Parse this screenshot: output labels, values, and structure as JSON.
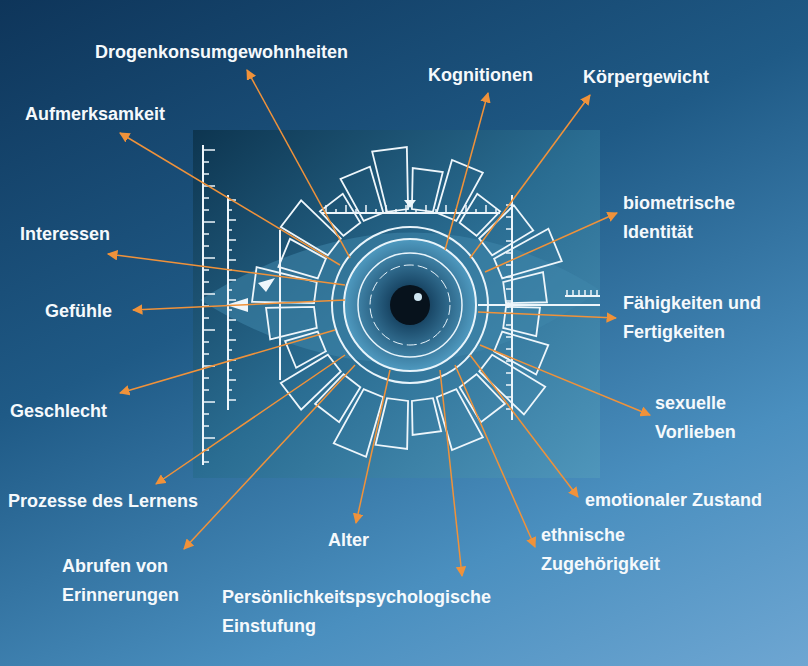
{
  "diagram": {
    "labels": [
      "Drogenkonsumgewohnheiten",
      "Kognitionen",
      "Körpergewicht",
      "Aufmerksamkeit",
      "biometrische Identität",
      "Interessen",
      "Gefühle",
      "Fähigkeiten und Fertigkeiten",
      "Geschlecht",
      "sexuelle Vorlieben",
      "Prozesse des Lernens",
      "emotionaler Zustand",
      "Alter",
      "ethnische Zugehörigkeit",
      "Abrufen von Erinnerungen",
      "Persönlichkeitspsychologische Einstufung"
    ]
  }
}
